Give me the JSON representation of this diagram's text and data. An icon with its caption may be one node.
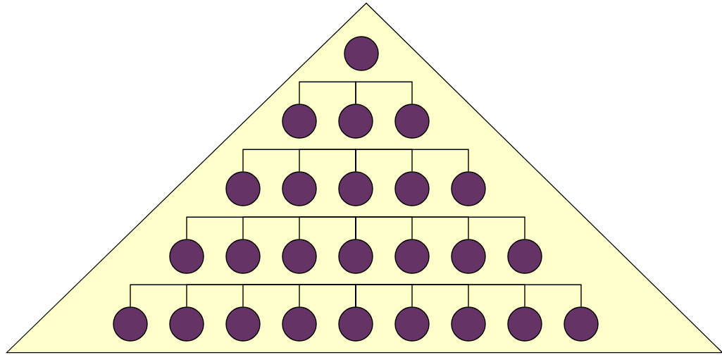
{
  "diagram": {
    "nodes": [
      {
        "text": [],
        "shape": "triangle"
      },
      {
        "text": [],
        "shape": "circle",
        "in": 0
      },
      {
        "text": [],
        "shape": "circle",
        "in": 0
      },
      {
        "text": [],
        "shape": "circle",
        "in": 0
      },
      {
        "text": [],
        "shape": "circle",
        "in": 0
      },
      {
        "text": [],
        "shape": "circle",
        "in": 0
      },
      {
        "text": [],
        "shape": "circle",
        "in": 0
      },
      {
        "text": [],
        "shape": "circle",
        "in": 0
      },
      {
        "text": [],
        "shape": "circle",
        "in": 0
      },
      {
        "text": [],
        "shape": "circle",
        "in": 0
      },
      {
        "text": [],
        "shape": "circle",
        "in": 0
      },
      {
        "text": [],
        "shape": "circle",
        "in": 0
      },
      {
        "text": [],
        "shape": "circle",
        "in": 0
      },
      {
        "text": [],
        "shape": "circle",
        "in": 0
      },
      {
        "text": [],
        "shape": "circle",
        "in": 0
      },
      {
        "text": [],
        "shape": "circle",
        "in": 0
      },
      {
        "text": [],
        "shape": "circle",
        "in": 0
      },
      {
        "text": [],
        "shape": "circle",
        "in": 0
      },
      {
        "text": [],
        "shape": "circle",
        "in": 0
      },
      {
        "text": [],
        "shape": "circle",
        "in": 0
      },
      {
        "text": [],
        "shape": "circle",
        "in": 0
      },
      {
        "text": [],
        "shape": "circle",
        "in": 0
      },
      {
        "text": [],
        "shape": "circle",
        "in": 0
      },
      {
        "text": [],
        "shape": "circle",
        "in": 0
      },
      {
        "text": [],
        "shape": "circle",
        "in": 0
      },
      {
        "text": [],
        "shape": "circle",
        "in": 0
      }
    ],
    "edges": [
      {
        "from": 3,
        "to": 2,
        "arrow": "none"
      },
      {
        "from": 3,
        "to": 4,
        "arrow": "none"
      },
      {
        "from": 7,
        "to": 5,
        "arrow": "none"
      },
      {
        "from": 7,
        "to": 6,
        "arrow": "none"
      },
      {
        "from": 7,
        "to": 8,
        "arrow": "none"
      },
      {
        "from": 7,
        "to": 9,
        "arrow": "none"
      },
      {
        "from": 13,
        "to": 10,
        "arrow": "none"
      },
      {
        "from": 13,
        "to": 11,
        "arrow": "none"
      },
      {
        "from": 13,
        "to": 12,
        "arrow": "none"
      },
      {
        "from": 13,
        "to": 14,
        "arrow": "none"
      },
      {
        "from": 13,
        "to": 15,
        "arrow": "none"
      },
      {
        "from": 13,
        "to": 16,
        "arrow": "none"
      },
      {
        "from": 21,
        "to": 17,
        "arrow": "none"
      },
      {
        "from": 21,
        "to": 18,
        "arrow": "none"
      },
      {
        "from": 21,
        "to": 19,
        "arrow": "none"
      },
      {
        "from": 21,
        "to": 20,
        "arrow": "none"
      },
      {
        "from": 21,
        "to": 22,
        "arrow": "none"
      },
      {
        "from": 21,
        "to": 23,
        "arrow": "none"
      },
      {
        "from": 21,
        "to": 24,
        "arrow": "none"
      },
      {
        "from": 21,
        "to": 25,
        "arrow": "none"
      }
    ]
  }
}
